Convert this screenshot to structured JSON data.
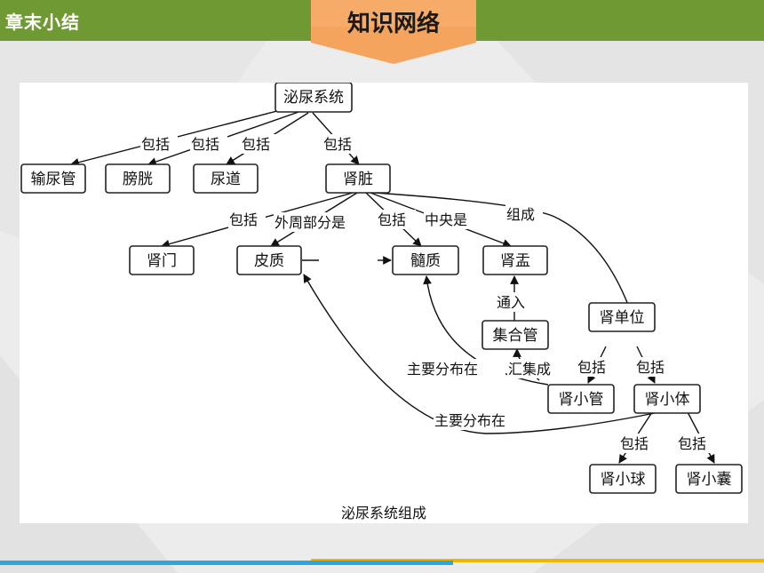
{
  "header": {
    "section_label": "章末小结",
    "title": "知识网络"
  },
  "diagram": {
    "nodes": {
      "urinary_system": "泌尿系统",
      "ureter": "输尿管",
      "bladder": "膀胱",
      "urethra": "尿道",
      "kidney": "肾脏",
      "renal_hilum": "肾门",
      "cortex": "皮质",
      "medulla": "髓质",
      "renal_pelvis": "肾盂",
      "nephron": "肾单位",
      "collecting_duct": "集合管",
      "renal_tubule": "肾小管",
      "renal_corpuscle": "肾小体",
      "glomerulus": "肾小球",
      "renal_capsule": "肾小囊"
    },
    "edges": {
      "includes_1": "包括",
      "includes_2": "包括",
      "includes_3": "包括",
      "includes_4": "包括",
      "includes_5": "包括",
      "peripheral_is": "外周部分是",
      "includes_6": "包括",
      "central_is": "中央是",
      "composed_of": "组成",
      "leads_into": "通入",
      "mainly_in_1": "主要分布在",
      "converge_into": "汇集成",
      "includes_7": "包括",
      "includes_8": "包括",
      "mainly_in_2": "主要分布在",
      "includes_9": "包括",
      "includes_10": "包括"
    },
    "caption": "泌尿系统组成"
  },
  "colors": {
    "header_green": "#6f9a33",
    "tab_orange": "#f4a45d",
    "accent_blue": "#29a8df",
    "accent_yellow": "#f3b400"
  }
}
